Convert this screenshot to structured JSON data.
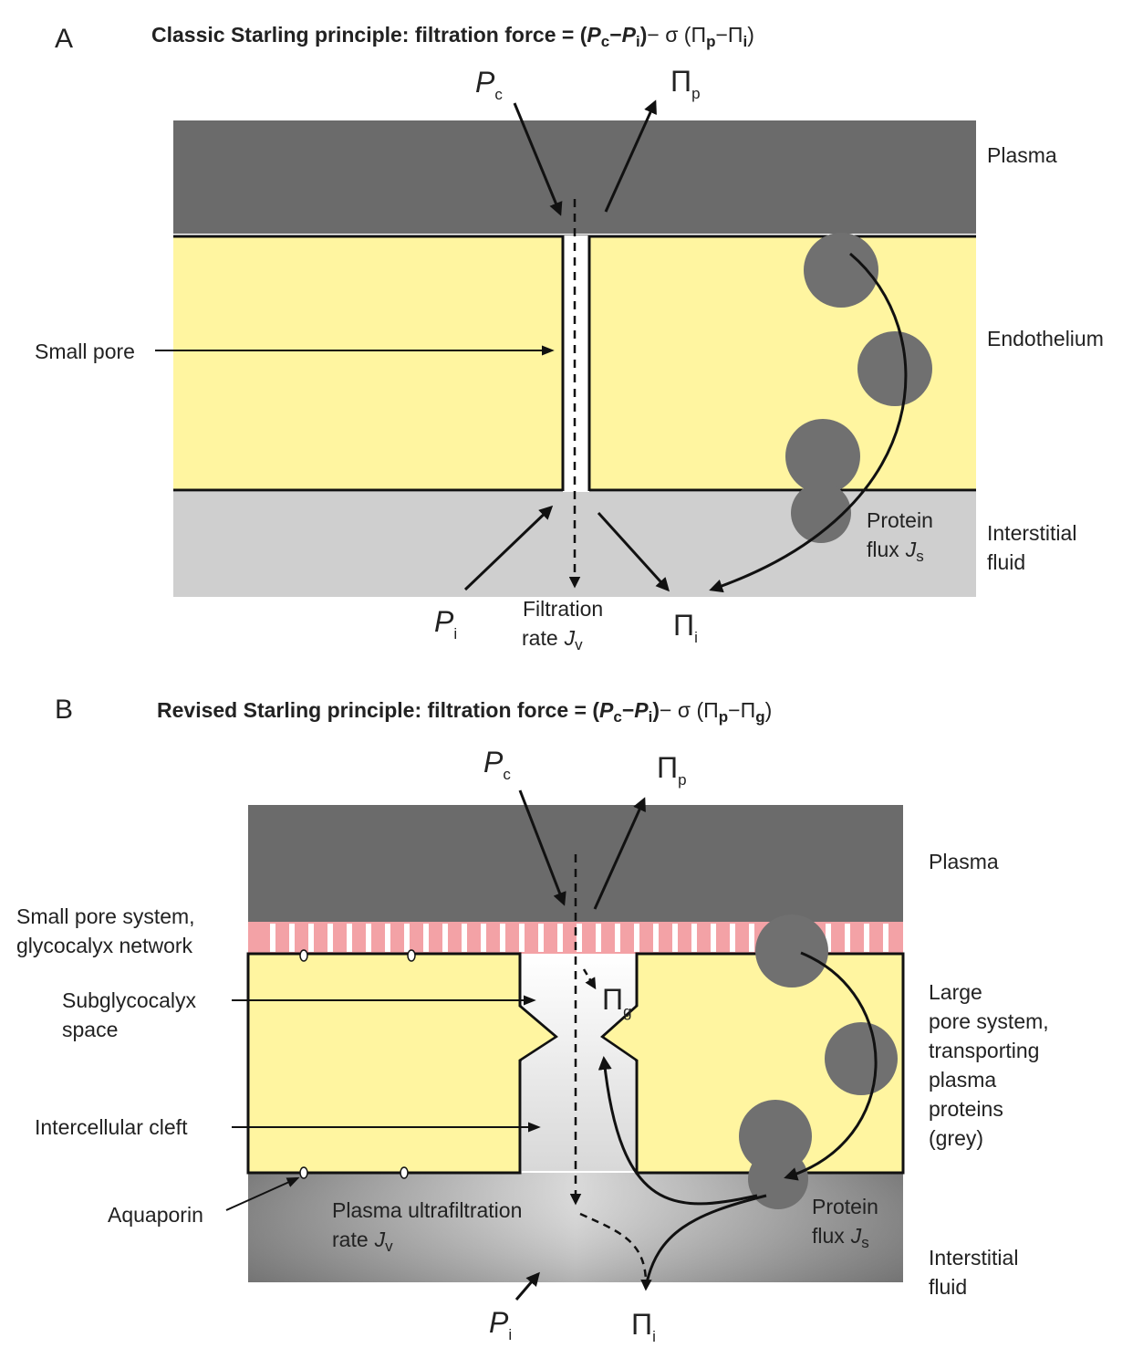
{
  "panel_a": {
    "letter": "A",
    "title": "Classic Starling principle: filtration force = (Pᴄ − Pᵢ) − σ (Πₚ − Πᵢ)",
    "title_main": "Classic Starling principle: filtration force = ",
    "formula": {
      "open": "(",
      "p": "P",
      "c": "c",
      "minus": "−",
      "i": "i",
      "close": ")",
      "sigma": "− σ (",
      "pi": "Π",
      "pp": "p",
      "pi_sub": "i",
      "end": ")"
    },
    "symbols": {
      "pc": {
        "main": "P",
        "sub": "c"
      },
      "pip": {
        "main": "Π",
        "sub": "p"
      },
      "pi": {
        "main": "P",
        "sub": "i"
      },
      "pii": {
        "main": "Π",
        "sub": "i"
      }
    },
    "layers": {
      "plasma": "Plasma",
      "endothelium": "Endothelium",
      "interstitial_1": "Interstitial",
      "interstitial_2": "fluid"
    },
    "small_pore": "Small pore",
    "filtration_1": "Filtration",
    "filtration_2": "rate",
    "jv": {
      "main": "J",
      "sub": "v"
    },
    "protein_1": "Protein",
    "protein_2": "flux",
    "js": {
      "main": "J",
      "sub": "s"
    }
  },
  "panel_b": {
    "letter": "B",
    "title_main": "Revised Starling principle: filtration force = ",
    "formula": {
      "open": "(",
      "p": "P",
      "c": "c",
      "minus": "−",
      "i": "i",
      "close": ")",
      "sigma": "− σ (",
      "pi": "Π",
      "pp": "p",
      "pg": "g",
      "end": ")"
    },
    "symbols": {
      "pc": {
        "main": "P",
        "sub": "c"
      },
      "pip": {
        "main": "Π",
        "sub": "p"
      },
      "pig": {
        "main": "Π",
        "sub": "g"
      },
      "pi": {
        "main": "P",
        "sub": "i"
      },
      "pii": {
        "main": "Π",
        "sub": "i"
      }
    },
    "layers": {
      "plasma": "Plasma",
      "interstitial_1": "Interstitial",
      "interstitial_2": "fluid"
    },
    "left_labels": {
      "small_pore_1": "Small pore system,",
      "small_pore_2": "glycocalyx network",
      "subglyco_1": "Subglycocalyx",
      "subglyco_2": "space",
      "cleft": "Intercellular cleft",
      "aquaporin": "Aquaporin"
    },
    "large_pore": [
      "Large",
      "pore system,",
      "transporting",
      "plasma",
      "proteins",
      "(grey)"
    ],
    "ultra_1": "Plasma ultrafiltration",
    "ultra_2": "rate",
    "jv": {
      "main": "J",
      "sub": "v"
    },
    "protein_1": "Protein",
    "protein_2": "flux",
    "js": {
      "main": "J",
      "sub": "s"
    }
  },
  "colors": {
    "plasma": "#6b6b6b",
    "endothelium": "#fff5a0",
    "interstitial_a": "#cfcfcf",
    "glycocalyx": "#f3a2a6",
    "protein": "#707070"
  }
}
